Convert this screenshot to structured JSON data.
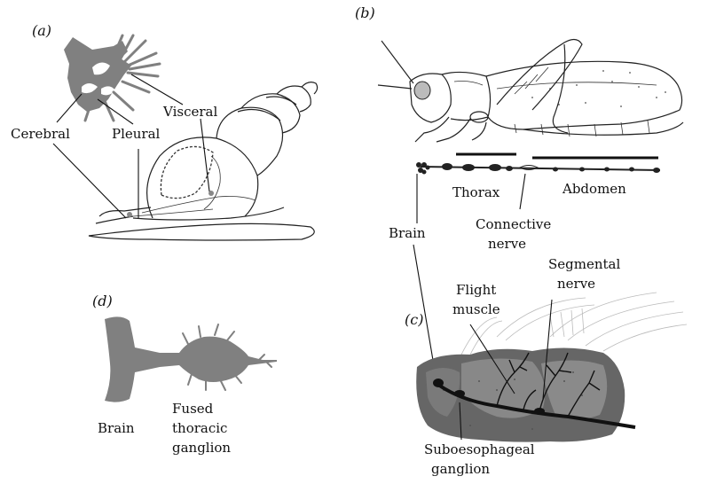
{
  "panels": {
    "a": "(a)",
    "b": "(b)",
    "c": "(c)",
    "d": "(d)"
  },
  "snail_labels": {
    "cerebral": "Cerebral",
    "pleural": "Pleural",
    "visceral": "Visceral"
  },
  "insect_labels": {
    "thorax": "Thorax",
    "abdomen": "Abdomen",
    "brain": "Brain",
    "connective_line1": "Connective",
    "connective_line2": "nerve"
  },
  "fly_section_labels": {
    "flight_line1": "Flight",
    "flight_line2": "muscle",
    "segmental_line1": "Segmental",
    "segmental_line2": "nerve",
    "suboes_line1": "Suboesophageal",
    "suboes_line2": "ganglion"
  },
  "fly_cns_labels": {
    "brain": "Brain",
    "fused_line1": "Fused",
    "fused_line2": "thoracic",
    "fused_line3": "ganglion"
  }
}
